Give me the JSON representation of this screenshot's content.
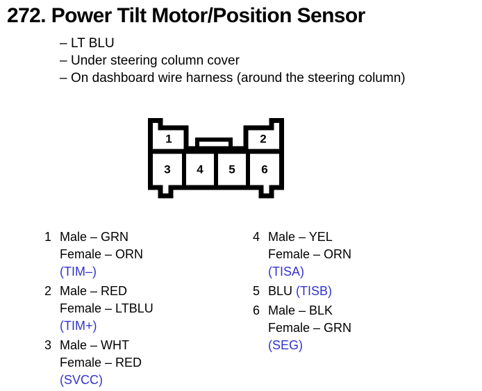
{
  "header": {
    "number": "272.",
    "title": "Power Tilt Motor/Position Sensor",
    "full_title": "272. Power Tilt Motor/Position Sensor",
    "specs": [
      {
        "dash": "–",
        "text": "LT BLU"
      },
      {
        "dash": "–",
        "text": "Under steering column cover"
      },
      {
        "dash": "–",
        "text": "On dashboard wire harness (around the steering column)"
      }
    ]
  },
  "connector": {
    "top_row_pins": [
      "1",
      "2"
    ],
    "bottom_row_pins": [
      "3",
      "4",
      "5",
      "6"
    ],
    "outline_color": "#000000"
  },
  "colors": {
    "signal_blue": "#3333cc",
    "text_black": "#000000",
    "background": "#ffffff"
  },
  "pins": {
    "left": [
      {
        "index": "1",
        "lines": [
          {
            "text": "Male – GRN",
            "color": "black"
          },
          {
            "text": "Female – ORN",
            "color": "black"
          }
        ],
        "signal": "(TIM–)"
      },
      {
        "index": "2",
        "lines": [
          {
            "text": "Male – RED",
            "color": "black"
          },
          {
            "text": "Female – LTBLU",
            "color": "black"
          }
        ],
        "signal": "(TIM+)"
      },
      {
        "index": "3",
        "lines": [
          {
            "text": "Male – WHT",
            "color": "black"
          },
          {
            "text": "Female – RED",
            "color": "black"
          }
        ],
        "signal": "(SVCC)"
      }
    ],
    "right": [
      {
        "index": "4",
        "lines": [
          {
            "text": "Male – YEL",
            "color": "black"
          },
          {
            "text": "Female – ORN",
            "color": "black"
          }
        ],
        "signal": "(TISA)"
      },
      {
        "index": "5",
        "inline": true,
        "inline_text": "BLU",
        "lines": [],
        "signal": "(TISB)"
      },
      {
        "index": "6",
        "lines": [
          {
            "text": "Male – BLK",
            "color": "black"
          },
          {
            "text": "Female – GRN",
            "color": "black"
          }
        ],
        "signal": "(SEG)"
      }
    ]
  }
}
